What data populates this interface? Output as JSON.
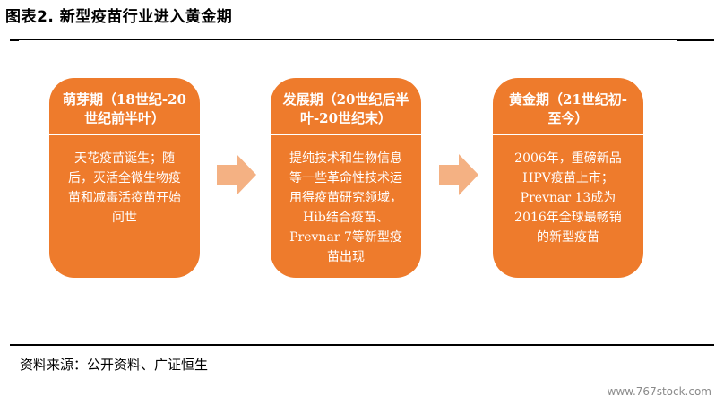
{
  "title": "图表2. 新型疫苗行业进入黄金期",
  "colors": {
    "box": "#ee7b2c",
    "arrow": "#f4b183",
    "text_on_box": "#ffffff"
  },
  "stages": [
    {
      "heading": "萌芽期（18世纪-20世纪前半叶）",
      "body": "天花疫苗诞生；随后，灭活全微生物疫苗和减毒活疫苗开始问世"
    },
    {
      "heading": "发展期（20世纪后半叶-20世纪末）",
      "body": "提纯技术和生物信息等一些革命性技术运用得疫苗研究领域，Hib结合疫苗、Prevnar 7等新型疫苗出现"
    },
    {
      "heading": "黄金期（21世纪初-至今）",
      "body": "2006年，重磅新品HPV疫苗上市；Prevnar 13成为2016年全球最畅销的新型疫苗"
    }
  ],
  "arrows": [
    "right-arrow-icon",
    "right-arrow-icon"
  ],
  "source": "资料来源：公开资料、广证恒生",
  "watermark": "www.767stock.com"
}
